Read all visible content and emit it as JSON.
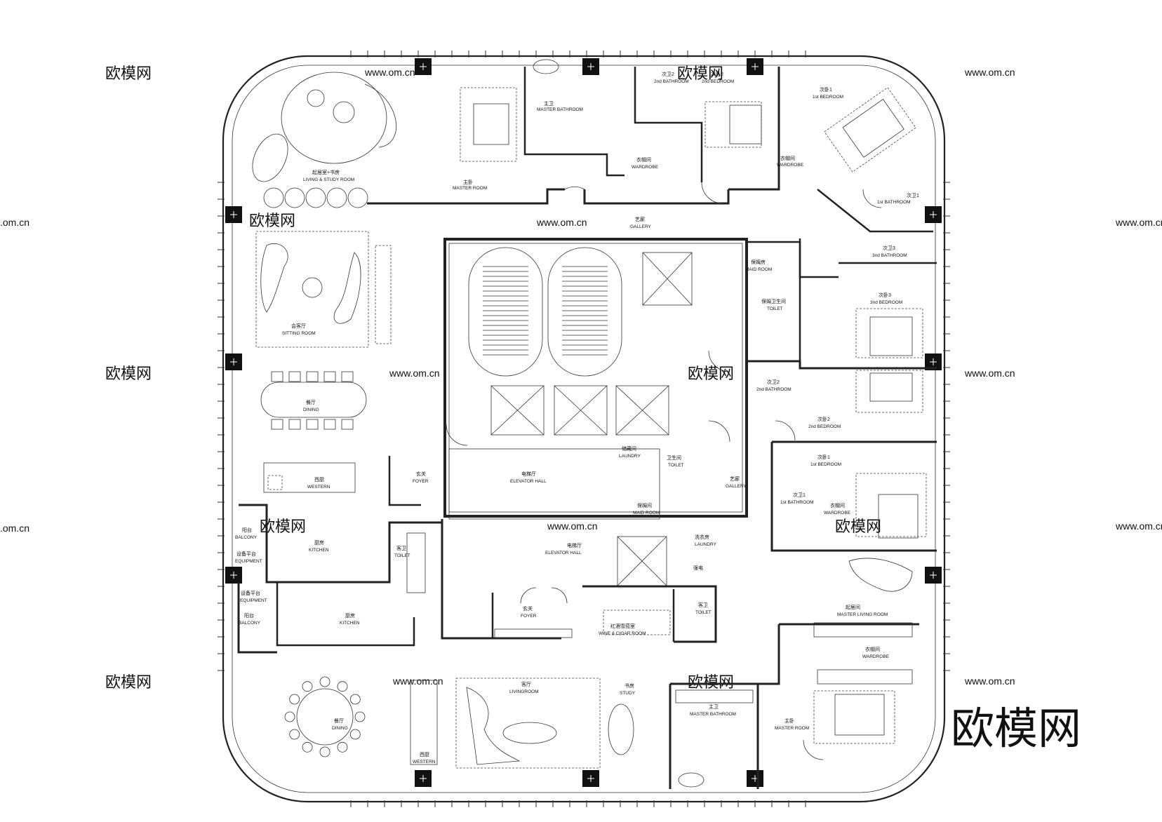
{
  "plan": {
    "rooms_top": [
      {
        "id": "living-study",
        "cn": "起居室+书房",
        "en": "LIVING & STUDY ROOM"
      },
      {
        "id": "master-bath-top",
        "cn": "主卫",
        "en": "MASTER BATHROOM"
      },
      {
        "id": "master-room-top",
        "cn": "主卧",
        "en": "MASTER ROOM"
      },
      {
        "id": "wardrobe-top",
        "cn": "衣帽间",
        "en": "WARDROBE"
      },
      {
        "id": "2nd-bath-top",
        "cn": "次卫2",
        "en": "2nd BATHROOM"
      },
      {
        "id": "2nd-bed-top",
        "cn": "次卧2",
        "en": "2nd BEDROOM"
      },
      {
        "id": "1st-bed-top",
        "cn": "次卧1",
        "en": "1st BEDROOM"
      },
      {
        "id": "wardrobe-ne",
        "cn": "衣帽间",
        "en": "WARDROBE"
      },
      {
        "id": "1st-bath-ne",
        "cn": "次卫1",
        "en": "1st BATHROOM"
      },
      {
        "id": "3rd-bath",
        "cn": "次卫3",
        "en": "3nd BATHROOM"
      },
      {
        "id": "3rd-bed",
        "cn": "次卧3",
        "en": "3nd BEDROOM"
      },
      {
        "id": "gallery-top",
        "cn": "艺廊",
        "en": "GALLERY"
      },
      {
        "id": "maid-room-top",
        "cn": "保姆房",
        "en": "MAID ROOM"
      },
      {
        "id": "maid-toilet",
        "cn": "保姆卫生间",
        "en": "TOILET"
      }
    ],
    "rooms_mid": [
      {
        "id": "sitting",
        "cn": "会客厅",
        "en": "SITTING ROOM"
      },
      {
        "id": "dining-w",
        "cn": "餐厅",
        "en": "DINING"
      },
      {
        "id": "western-w",
        "cn": "西厨",
        "en": "WESTERN"
      },
      {
        "id": "foyer-w",
        "cn": "玄关",
        "en": "FOYER"
      },
      {
        "id": "elev-hall-1",
        "cn": "电梯厅",
        "en": "ELEVATOR HALL"
      },
      {
        "id": "storage",
        "cn": "储藏间",
        "en": "LAUNDRY"
      },
      {
        "id": "toilet-mid",
        "cn": "卫生间",
        "en": "TOILET"
      },
      {
        "id": "gallery-mid",
        "cn": "艺廊",
        "en": "GALLERY"
      },
      {
        "id": "maid-room-mid",
        "cn": "保姆间",
        "en": "MAID ROOM"
      },
      {
        "id": "2nd-bath-e",
        "cn": "次卫2",
        "en": "2nd BATHROOM"
      },
      {
        "id": "2nd-bed-e",
        "cn": "次卧2",
        "en": "2nd BEDROOM"
      },
      {
        "id": "1st-bed-e",
        "cn": "次卧1",
        "en": "1st BEDROOM"
      },
      {
        "id": "1st-bath-e",
        "cn": "次卫1",
        "en": "1st BATHROOM"
      },
      {
        "id": "wardrobe-e",
        "cn": "衣帽间",
        "en": "WARDROBE"
      }
    ],
    "rooms_bottom": [
      {
        "id": "balcony-1",
        "cn": "阳台",
        "en": "BALCONY"
      },
      {
        "id": "kitchen-1",
        "cn": "厨房",
        "en": "KITCHEN"
      },
      {
        "id": "equip-1",
        "cn": "设备平台",
        "en": "EQUIPMENT"
      },
      {
        "id": "guest-toilet-1",
        "cn": "客卫",
        "en": "TOILET"
      },
      {
        "id": "elev-hall-2",
        "cn": "电梯厅",
        "en": "ELEVATOR HALL"
      },
      {
        "id": "laundry-2",
        "cn": "洗衣房",
        "en": "LAUNDRY"
      },
      {
        "id": "strong-elec",
        "cn": "强电",
        "en": ""
      },
      {
        "id": "equip-2",
        "cn": "设备平台",
        "en": "EQUIPMENT"
      },
      {
        "id": "balcony-2",
        "cn": "阳台",
        "en": "BALCONY"
      },
      {
        "id": "kitchen-2",
        "cn": "厨房",
        "en": "KITCHEN"
      },
      {
        "id": "foyer-s",
        "cn": "玄关",
        "en": "FOYER"
      },
      {
        "id": "wine",
        "cn": "红酒雪茄室",
        "en": "WINE & CIGAR ROOM"
      },
      {
        "id": "guest-toilet-2",
        "cn": "客卫",
        "en": "TOILET"
      },
      {
        "id": "master-living",
        "cn": "起居间",
        "en": "MASTER LIVING ROOM"
      },
      {
        "id": "wardrobe-se",
        "cn": "衣帽间",
        "en": "WARDROBE"
      },
      {
        "id": "dining-s",
        "cn": "餐厅",
        "en": "DINING"
      },
      {
        "id": "western-s",
        "cn": "西厨",
        "en": "WESTERN"
      },
      {
        "id": "living-s",
        "cn": "客厅",
        "en": "LIVINGROOM"
      },
      {
        "id": "study-s",
        "cn": "书房",
        "en": "STUDY"
      },
      {
        "id": "master-bath-s",
        "cn": "主卫",
        "en": "MASTER BATHROOM"
      },
      {
        "id": "master-room-s",
        "cn": "主卧",
        "en": "MASTER ROOM"
      }
    ]
  },
  "watermark": {
    "text": "欧模网",
    "url": "www.om.cn",
    "url_partial": ".om.cn"
  },
  "brand": {
    "text": "欧模网"
  }
}
